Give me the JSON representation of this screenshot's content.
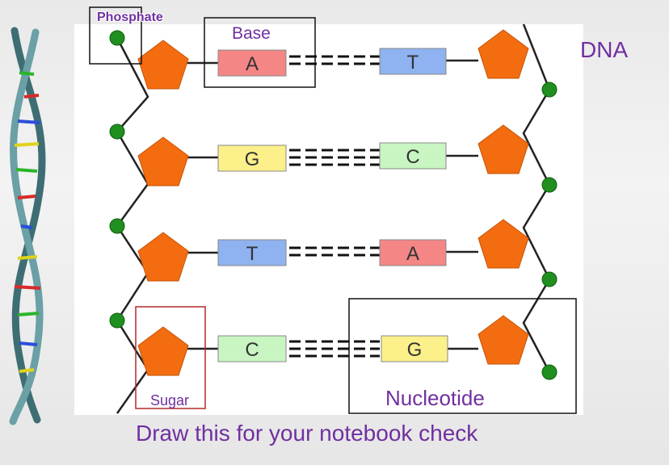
{
  "labels": {
    "phosphate": "Phosphate",
    "base": "Base",
    "dna": "DNA",
    "sugar": "Sugar",
    "nucleotide": "Nucleotide",
    "caption": "Draw this for your notebook check"
  },
  "colors": {
    "accent_text": "#7030a0",
    "phosphate": "#1f8f1f",
    "sugar": "#f36c0f",
    "base_A": "#f48686",
    "base_T": "#8fb2f0",
    "base_G": "#fbf08a",
    "base_C": "#c8f5c2",
    "highlight_box_sugar": "#b42a2a"
  },
  "base_pairs": [
    {
      "left": "A",
      "right": "T"
    },
    {
      "left": "G",
      "right": "C"
    },
    {
      "left": "T",
      "right": "A"
    },
    {
      "left": "C",
      "right": "G"
    }
  ]
}
